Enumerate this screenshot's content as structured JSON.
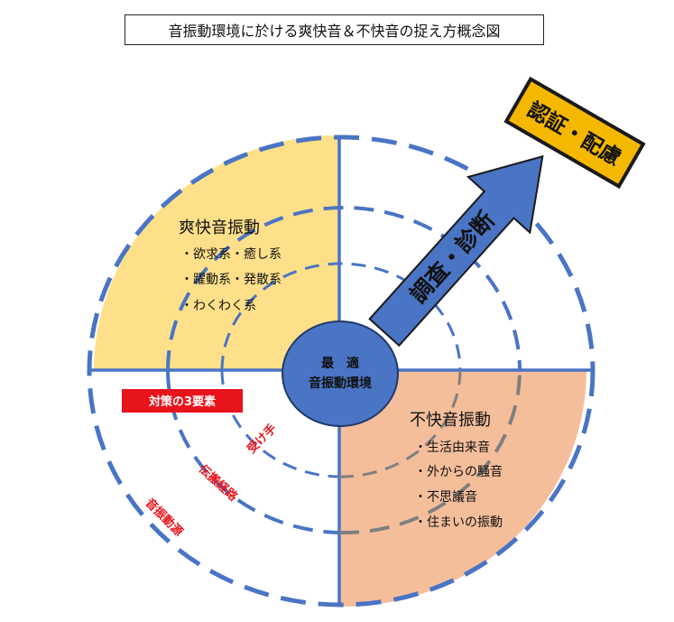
{
  "title": "音振動環境に於ける爽快音＆不快音の捉え方概念図",
  "center": {
    "line1": "最　適",
    "line2": "音振動環境"
  },
  "pleasant": {
    "heading": "爽快音振動",
    "items": [
      "・欲求系・癒し系",
      "・躍動系・発散系",
      "・わくわく系"
    ]
  },
  "unpleasant": {
    "heading": "不快音振動",
    "items": [
      "・生活由来音",
      "・外からの騒音",
      "・不思議音",
      "・住まいの振動"
    ]
  },
  "measures": {
    "badge": "対策の3要素",
    "receiver": "受け手",
    "path": "伝搬経路",
    "source": "音振動源"
  },
  "arrow_label": "調査・診断",
  "certification": "認証・配慮",
  "colors": {
    "pleasant_fill": "#FFE08A",
    "unpleasant_fill": "#F5BE9B",
    "center_fill": "#4A74C4",
    "ring_blue": "#4A74C4",
    "ring_gray": "#7F7F7F",
    "badge_red": "#E8141C",
    "cert_gold": "#F5B800"
  }
}
